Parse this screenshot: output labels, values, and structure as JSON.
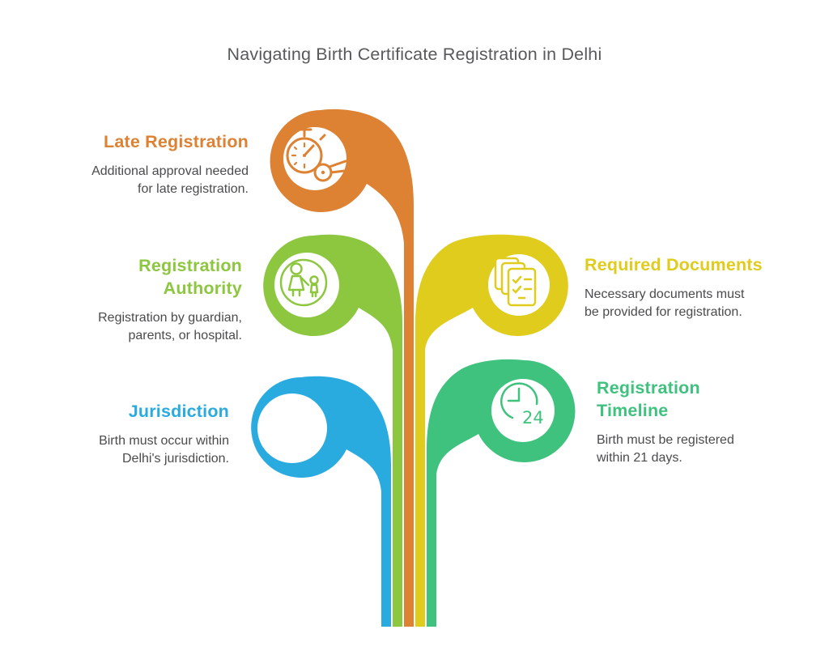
{
  "title": "Navigating Birth Certificate Registration in Delhi",
  "items": [
    {
      "id": "late-registration",
      "heading": "Late Registration",
      "description": "Additional approval needed\nfor late registration.",
      "color": "#DD8133",
      "icon": "stopwatch-whistle-icon"
    },
    {
      "id": "registration-authority",
      "heading": "Registration\nAuthority",
      "description": "Registration by guardian,\nparents, or hospital.",
      "color": "#8DC63F",
      "icon": "parent-child-icon"
    },
    {
      "id": "jurisdiction",
      "heading": "Jurisdiction",
      "description": "Birth must occur within\nDelhi's jurisdiction.",
      "color": "#29ABE0",
      "icon": "none"
    },
    {
      "id": "required-documents",
      "heading": "Required Documents",
      "description": "Necessary documents must\nbe provided for registration.",
      "color": "#E0CC1C",
      "icon": "documents-checklist-icon"
    },
    {
      "id": "registration-timeline",
      "heading": "Registration\nTimeline",
      "description": "Birth must be registered\nwithin 21 days.",
      "color": "#3FC27E",
      "icon": "clock-24-icon",
      "icon_text": "24"
    }
  ]
}
